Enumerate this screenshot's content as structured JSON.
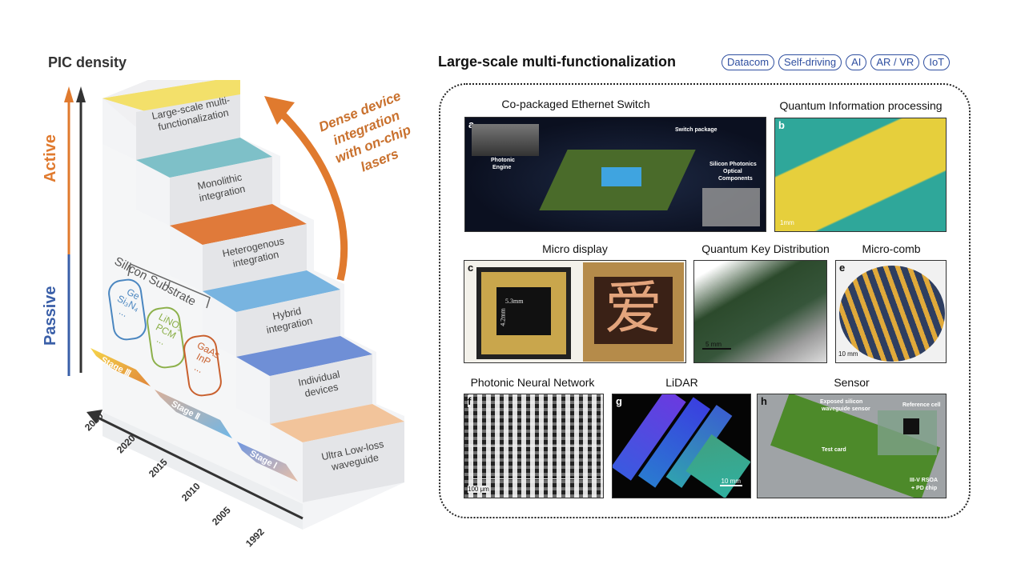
{
  "left": {
    "title": "PIC density",
    "axis_labels": {
      "active": "Active",
      "passive": "Passive"
    },
    "curved_arrow_label": [
      "Dense device",
      "integration",
      "with on-chip",
      "lasers"
    ],
    "steps": [
      {
        "label": [
          "Ultra Low-loss",
          "waveguide"
        ],
        "color": "#f2c49b"
      },
      {
        "label": [
          "Individual",
          "devices"
        ],
        "color": "#6f8fd6"
      },
      {
        "label": [
          "Hybrid",
          "integration"
        ],
        "color": "#78b4e0"
      },
      {
        "label": [
          "Heterogenous",
          "integration"
        ],
        "color": "#e07a3a"
      },
      {
        "label": [
          "Monolithic",
          "integration"
        ],
        "color": "#7ec0c8"
      },
      {
        "label": [
          "Large-scale multi-",
          "functionalization"
        ],
        "color": "#f3e06a"
      }
    ],
    "substrate": {
      "title": "Silicon Substrate",
      "materials": [
        {
          "lines": [
            "Ge",
            "Si₃N₄",
            "..."
          ],
          "color": "#4a86c0"
        },
        {
          "lines": [
            "LiNO₃",
            "PCM",
            "..."
          ],
          "color": "#8cb04a"
        },
        {
          "lines": [
            "GaAs",
            "InP",
            "..."
          ],
          "color": "#c9602e"
        }
      ]
    },
    "stages": [
      {
        "label": "Stage Ⅲ",
        "color_a": "#f5d44a",
        "color_b": "#e0863a"
      },
      {
        "label": "Stage Ⅱ",
        "color_a": "#d9b09a",
        "color_b": "#6fb6e6"
      },
      {
        "label": "Stage Ⅰ",
        "color_a": "#6f96e0",
        "color_b": "#e8c0a8"
      }
    ],
    "years": [
      "2030",
      "2020",
      "2015",
      "2010",
      "2005",
      "1992"
    ],
    "colors": {
      "active": "#e07a2e",
      "passive": "#3a5fa8",
      "axis": "#333333"
    }
  },
  "right": {
    "title": "Large-scale multi-functionalization",
    "tags": [
      "Datacom",
      "Self-driving",
      "AI",
      "AR / VR",
      "IoT"
    ],
    "panels": [
      {
        "id": "a",
        "title": "Co-packaged Ethernet Switch",
        "annotations": [
          "Switch package",
          "Photonic",
          "Engine",
          "Silicon Photonics",
          "Optical",
          "Components"
        ]
      },
      {
        "id": "b",
        "title": "Quantum Information processing",
        "scale": "1mm"
      },
      {
        "id": "c",
        "title": "Micro display",
        "annotations": [
          "5.3mm",
          "4.2mm",
          "爱"
        ]
      },
      {
        "id": "d",
        "title": "Quantum Key Distribution",
        "scale": "5 mm"
      },
      {
        "id": "e",
        "title": "Micro-comb",
        "scale": "10 mm"
      },
      {
        "id": "f",
        "title": "Photonic Neural Network",
        "scale": "100 μm"
      },
      {
        "id": "g",
        "title": "LiDAR",
        "scale": "10 mm"
      },
      {
        "id": "h",
        "title": "Sensor",
        "annotations": [
          "Exposed silicon",
          "waveguide sensor",
          "Reference cell",
          "Test card",
          "III-V RSOA",
          "+ PD chip"
        ]
      }
    ]
  }
}
